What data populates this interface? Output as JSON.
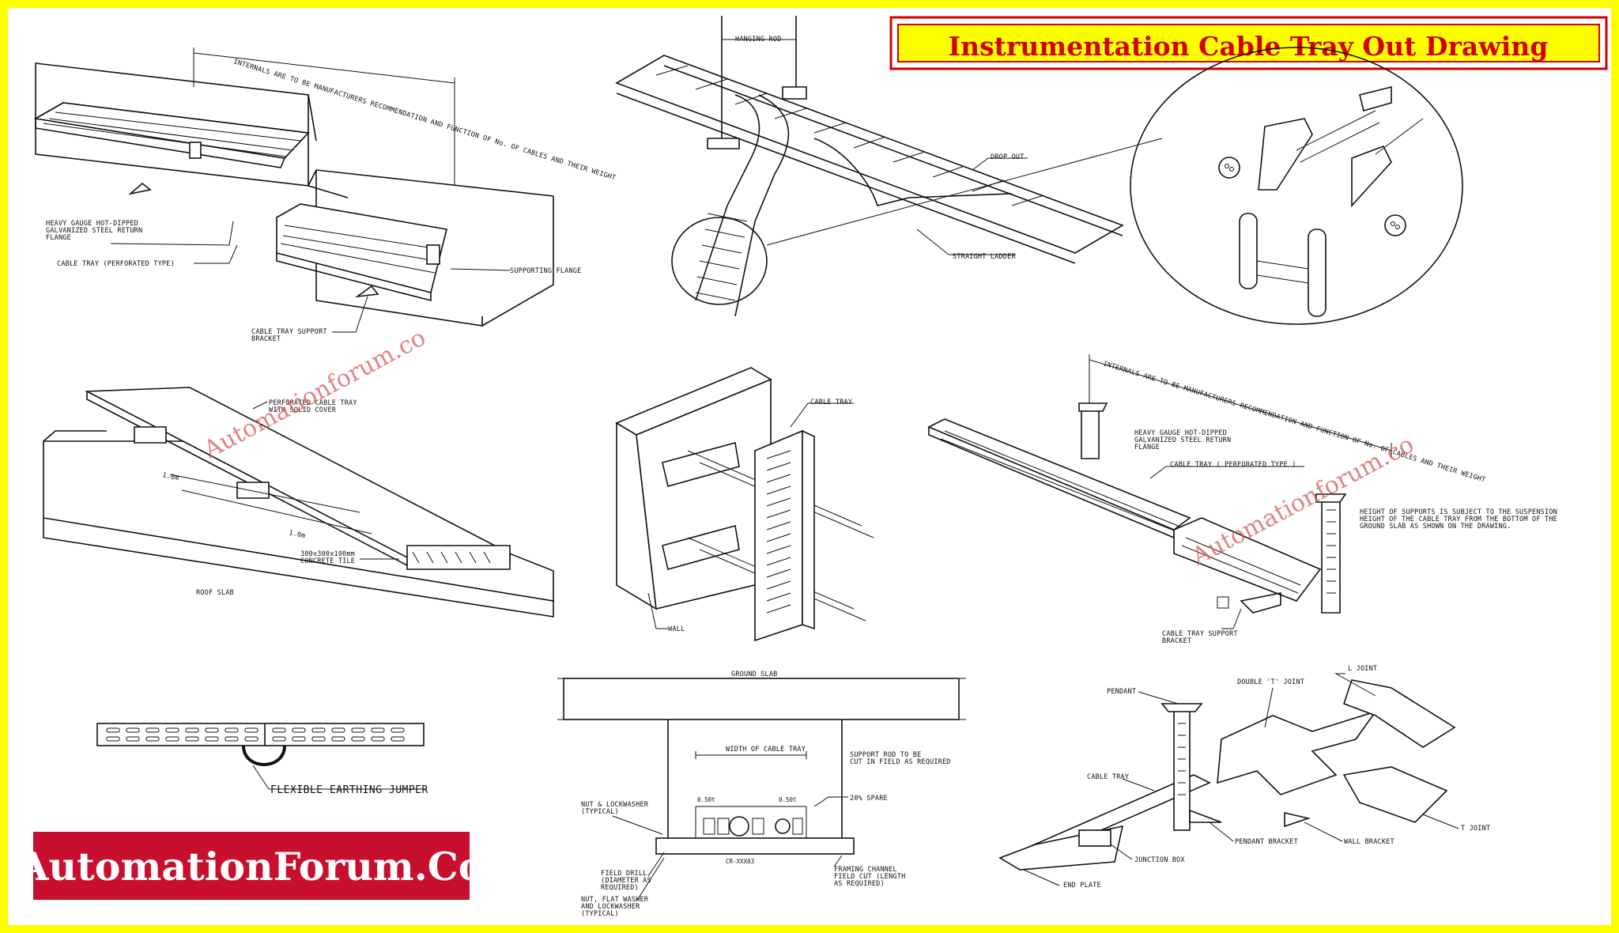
{
  "title": "Instrumentation Cable Tray Out Drawing",
  "logo_text": "AutomationForum.Co",
  "watermarks": [
    "Automationforum.co",
    "Automationforum.co"
  ],
  "colors": {
    "border": "#ffff00",
    "title_text": "#d40000",
    "title_border": "#d40000",
    "logo_bg": "#c8102e",
    "watermark": "#d65a5a"
  },
  "panel1": {
    "note": "INTERNALS ARE TO BE MANUFACTURERS RECOMMENDATION AND FUNCTION OF No. OF CABLES AND THEIR WEIGHT",
    "flange": [
      "HEAVY GAUGE HOT-DIPPED",
      "GALVANIZED STEEL RETURN",
      "FLANGE"
    ],
    "tray": "CABLE TRAY (PERFORATED TYPE)",
    "supporting_flange": "SUPPORTING FLANGE",
    "bracket": [
      "CABLE TRAY SUPPORT",
      "BRACKET"
    ]
  },
  "panel2": {
    "hanging_rod": "HANGING ROD",
    "drop_out": "DROP OUT",
    "straight_ladder": "STRAIGHT LADDER"
  },
  "panel4": {
    "cover": [
      "PERFORATED CABLE TRAY",
      "WITH SOLID COVER"
    ],
    "dim1": "1.0m",
    "dim2": "1.0m",
    "tile": [
      "300x300x100mm",
      "CONCRETE TILE"
    ],
    "roof": "ROOF SLAB"
  },
  "panel5": {
    "cable_tray": "CABLE TRAY",
    "wall": "WALL"
  },
  "panel6": {
    "note": "INTERNALS ARE TO BE MANUFACTURERS RECOMMENDATION AND FUNCTION OF No. OF CABLES AND THEIR WEIGHT",
    "flange": [
      "HEAVY GAUGE HOT-DIPPED",
      "GALVANIZED STEEL RETURN",
      "FLANGE"
    ],
    "tray": "CABLE TRAY ( PERFORATED TYPE )",
    "height": [
      "HEIGHT OF SUPPORTS IS SUBJECT TO THE SUSPENSION",
      "HEIGHT OF THE CABLE TRAY FROM THE BOTTOM OF THE",
      "GROUND SLAB AS SHOWN ON THE DRAWING."
    ],
    "bracket": [
      "CABLE TRAY SUPPORT",
      "BRACKET"
    ]
  },
  "panel7": {
    "jumper": "FLEXIBLE EARTHING JUMPER"
  },
  "panel8": {
    "slab": "GROUND SLAB",
    "width": "WIDTH OF CABLE TRAY",
    "rod": [
      "SUPPORT ROD TO BE",
      "CUT IN FIELD AS REQUIRED"
    ],
    "spare": "20% SPARE",
    "nut": [
      "NUT & LOCKWASHER",
      "(TYPICAL)"
    ],
    "drill": [
      "FIELD DRILL",
      "(DIAMETER AS",
      "REQUIRED)"
    ],
    "nut2": [
      "NUT, FLAT WASHER",
      "AND LOCKWASHER",
      "(TYPICAL)"
    ],
    "channel": [
      "FRAMING CHANNEL",
      "FIELD CUT (LENGTH",
      "AS REQUIRED)"
    ],
    "dim_l": "0.50t",
    "dim_r": "0.50t",
    "section": "CR-XXX03"
  },
  "panel9": {
    "pendant": "PENDANT",
    "double_t": "DOUBLE 'T' JOINT",
    "l_joint": "L JOINT",
    "cable_tray": "CABLE TRAY",
    "t_joint": "T JOINT",
    "pendant_bracket": "PENDANT BRACKET",
    "wall_bracket": "WALL BRACKET",
    "junction": "JUNCTION BOX",
    "end_plate": "END PLATE"
  }
}
